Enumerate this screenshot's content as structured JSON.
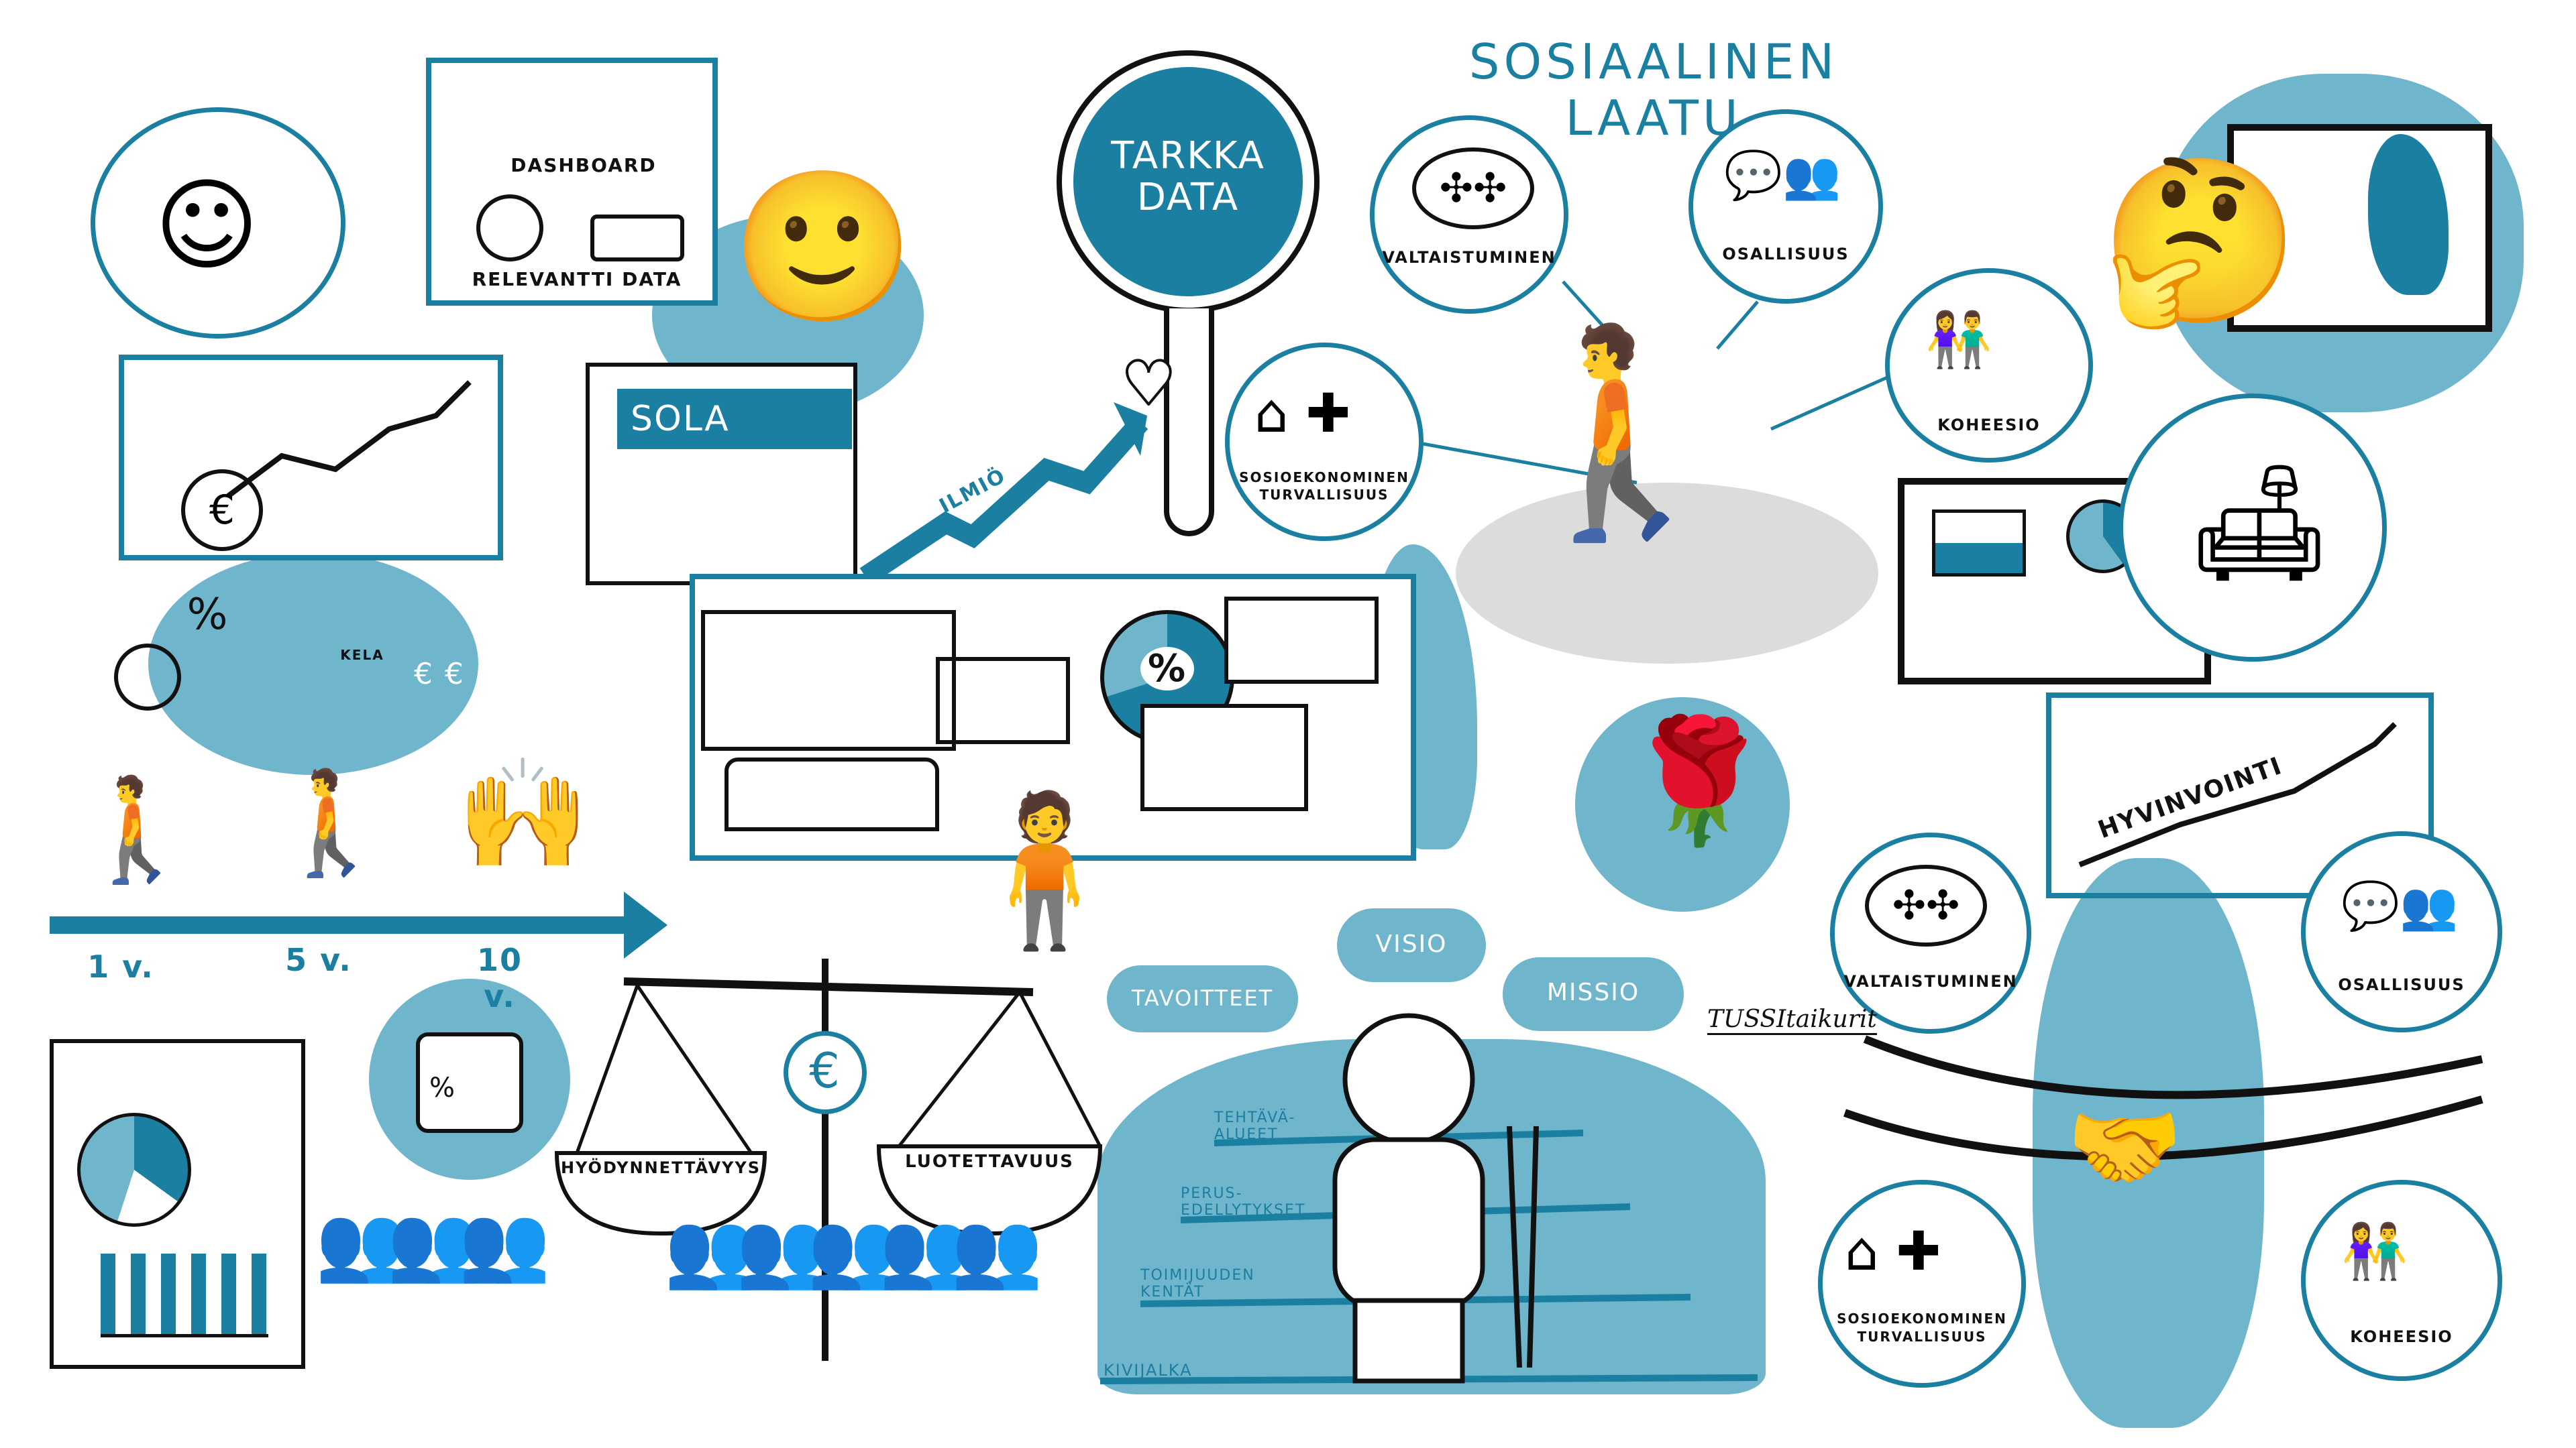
{
  "title": "SOSIAALINEN LAATU",
  "magnifier": {
    "line1": "TARKKA",
    "line2": "DATA"
  },
  "dashboard_box": {
    "dashboard": "DASHBOARD",
    "relevant_data": "RELEVANTTI DATA"
  },
  "sola_box": {
    "label": "SOLA"
  },
  "trend_arrow": {
    "label": "ILMIÖ"
  },
  "finance_blob": {
    "percent": "%",
    "kela": "KELA",
    "euros": "€ €"
  },
  "timeline": {
    "labels": [
      "1 v.",
      "5 v.",
      "10 v."
    ]
  },
  "social_quality_top": {
    "valtaistuminen": "VALTAISTUMINEN",
    "osallisuus": "OSALLISUUS",
    "koheesio": "KOHEESIO",
    "sosioekonominen": [
      "SOSIOEKONOMINEN",
      "TURVALLISUUS"
    ]
  },
  "data_panel": {
    "percent": "%"
  },
  "wellbeing_box": {
    "label": "HYVINVOINTI"
  },
  "clouds": {
    "tavoitteet": "TAVOITTEET",
    "visio": "VISIO",
    "missio": "MISSIO"
  },
  "foundation": {
    "levels": [
      [
        "TEHTÄVÄ-",
        "ALUEET"
      ],
      [
        "PERUS-",
        "EDELLYTYKSET"
      ],
      [
        "TOIMIJUUDEN",
        "KENTÄT"
      ]
    ],
    "base": "KIVIJALKA"
  },
  "scale": {
    "left": "HYÖDYNNETTÄVYYS",
    "right": "LUOTETTAVUUS",
    "center_symbol": "€"
  },
  "dice": {
    "percent": "%"
  },
  "logo": {
    "text": "TUSSItaikurit"
  },
  "social_quality_bottom": {
    "valtaistuminen": "VALTAISTUMINEN",
    "osallisuus": "OSALLISUUS",
    "koheesio": "KOHEESIO",
    "sosioekonominen": [
      "SOSIOEKONOMINEN",
      "TURVALLISUUS"
    ]
  },
  "colors": {
    "teal": "#1a7fa1",
    "light_blue": "#6fb5cc",
    "gray": "#dcdcdc"
  }
}
